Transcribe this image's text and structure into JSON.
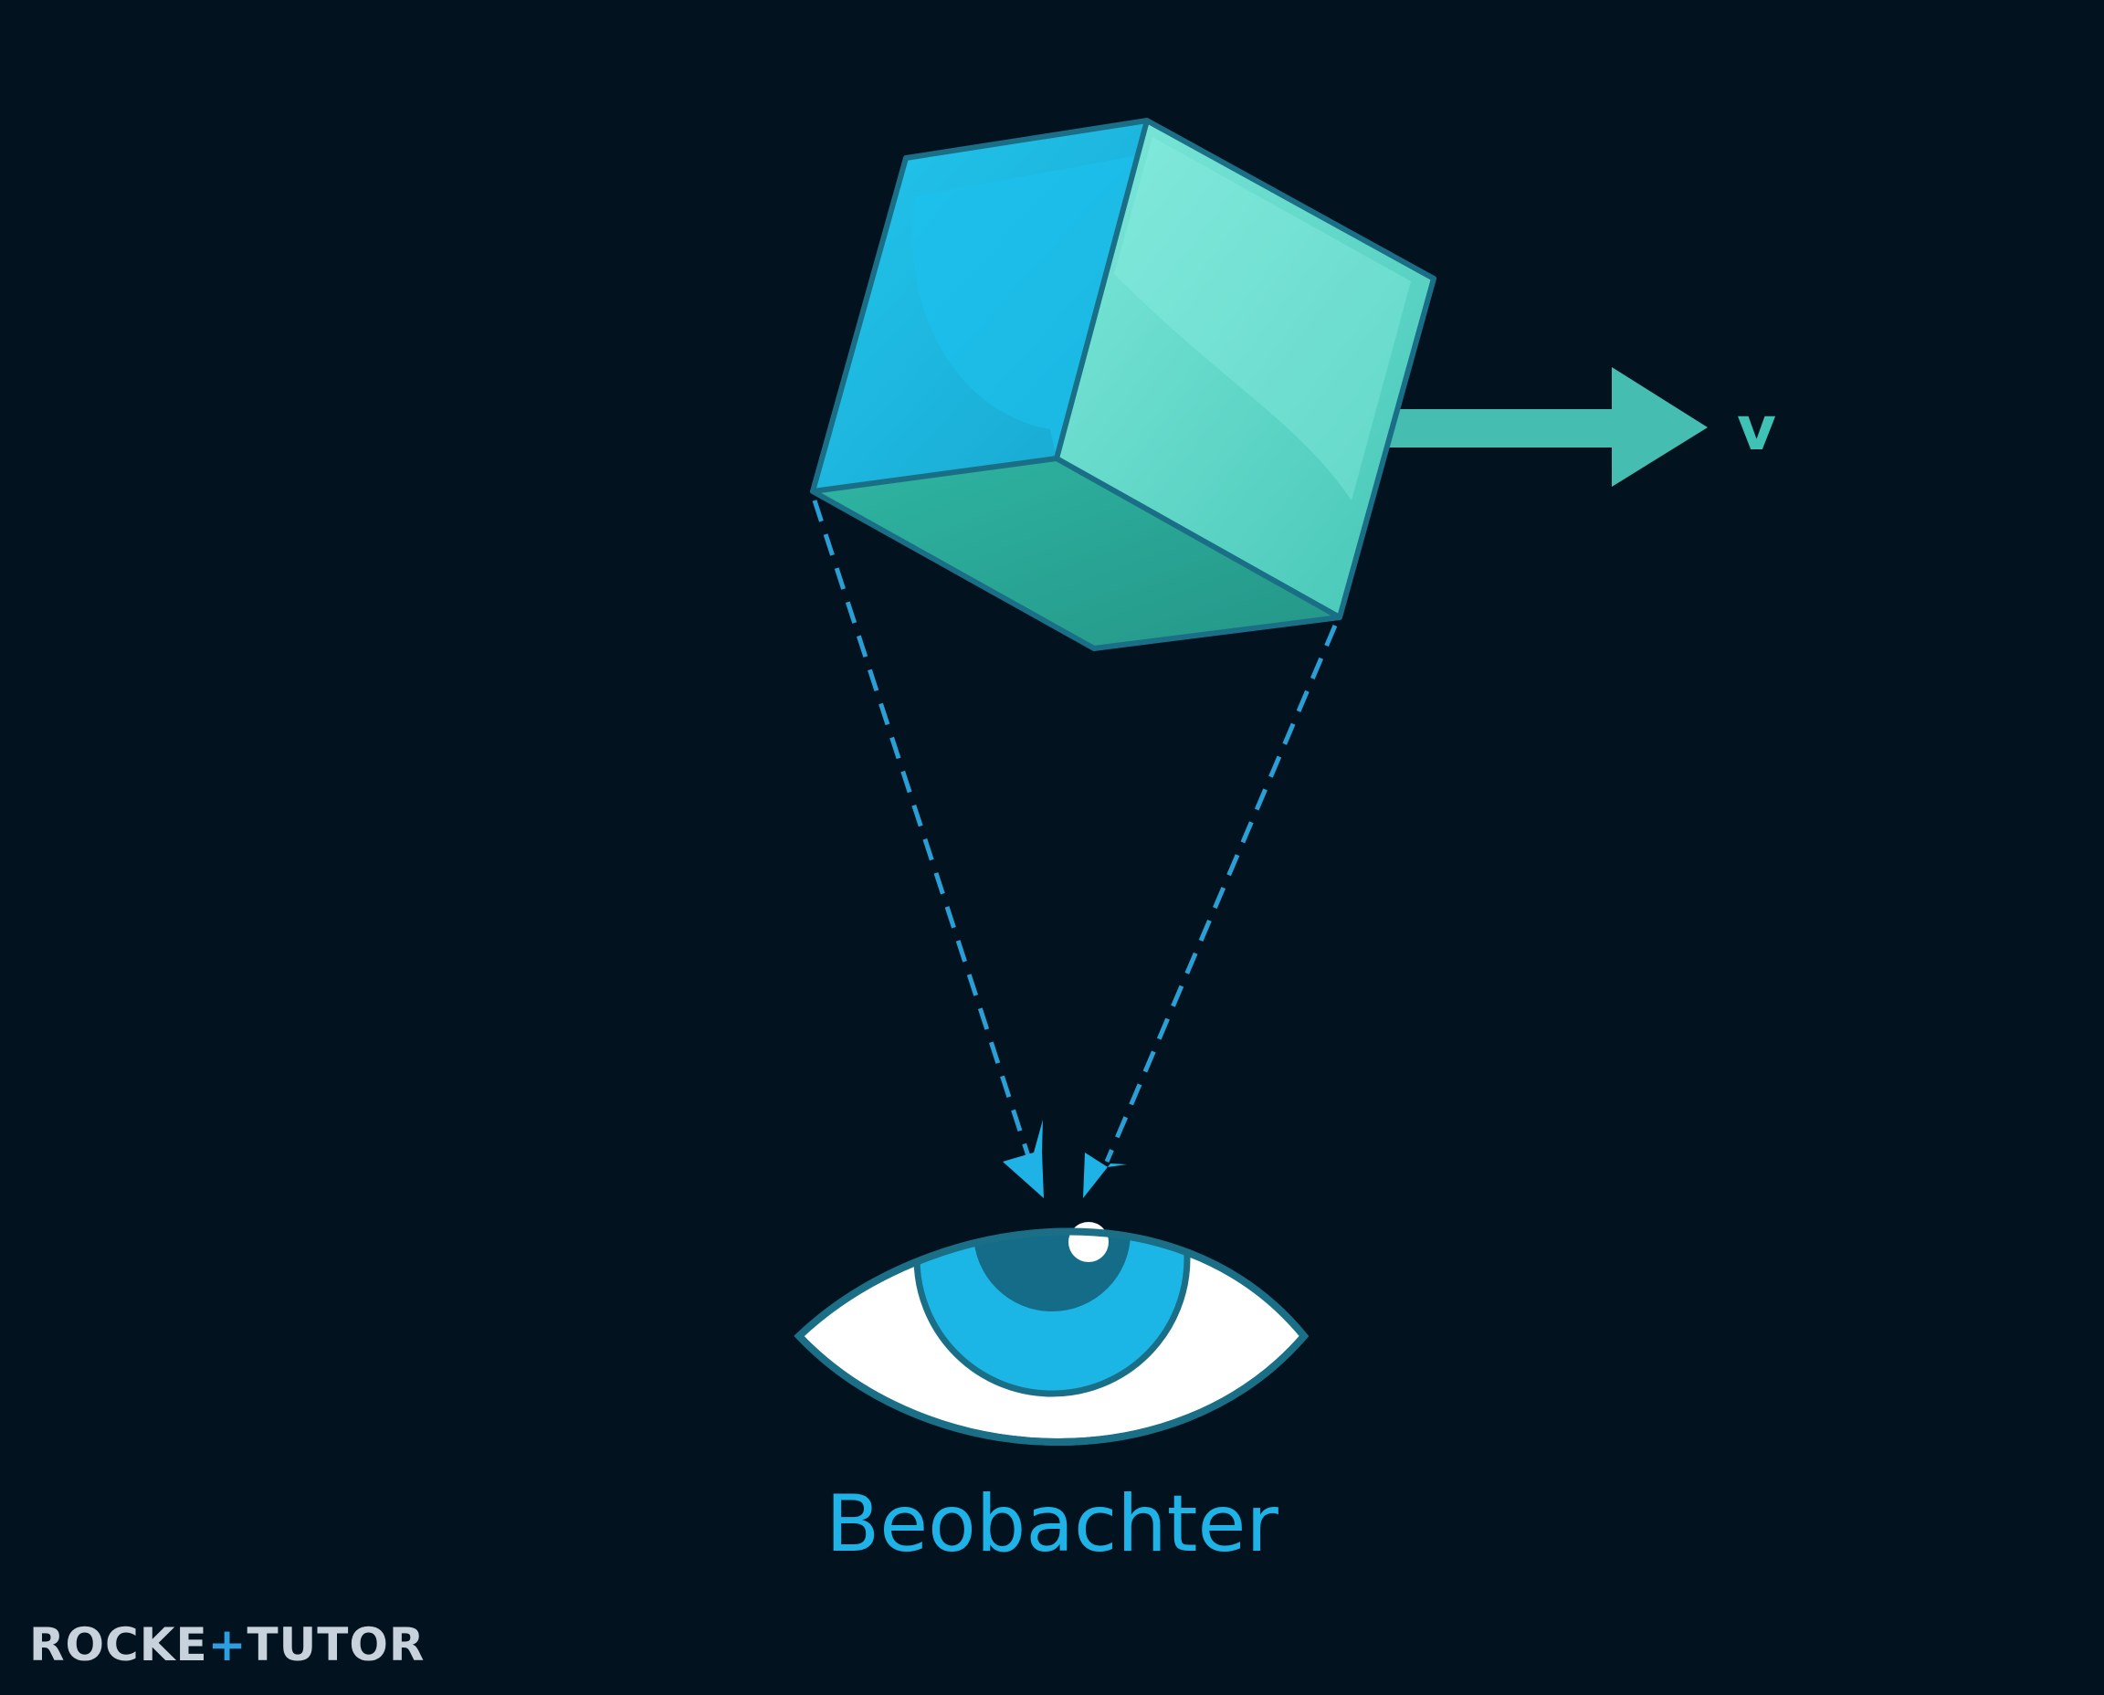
{
  "diagram": {
    "velocity_label": "v",
    "observer_label": "Beobachter",
    "logo": {
      "part_1": "ROCKE",
      "part_2": "+",
      "part_3": "TUTO",
      "part_4": "R"
    },
    "colors": {
      "background": "#03121f",
      "cube_left_face": "#1ab8e0",
      "cube_right_face": "#55d8c8",
      "cube_bottom_face": "#2aa89a",
      "cube_edge": "#1a6f86",
      "velocity_arrow": "#46bdb1",
      "light_rays": "#2a9fd6",
      "eye_white": "#ffffff",
      "iris": "#1cb6e6",
      "pupil": "#146c88",
      "observer_text": "#1fb2e6"
    },
    "icons": {
      "cube": "cube-icon",
      "eye": "eye-icon",
      "arrow": "arrow-right-icon"
    }
  }
}
